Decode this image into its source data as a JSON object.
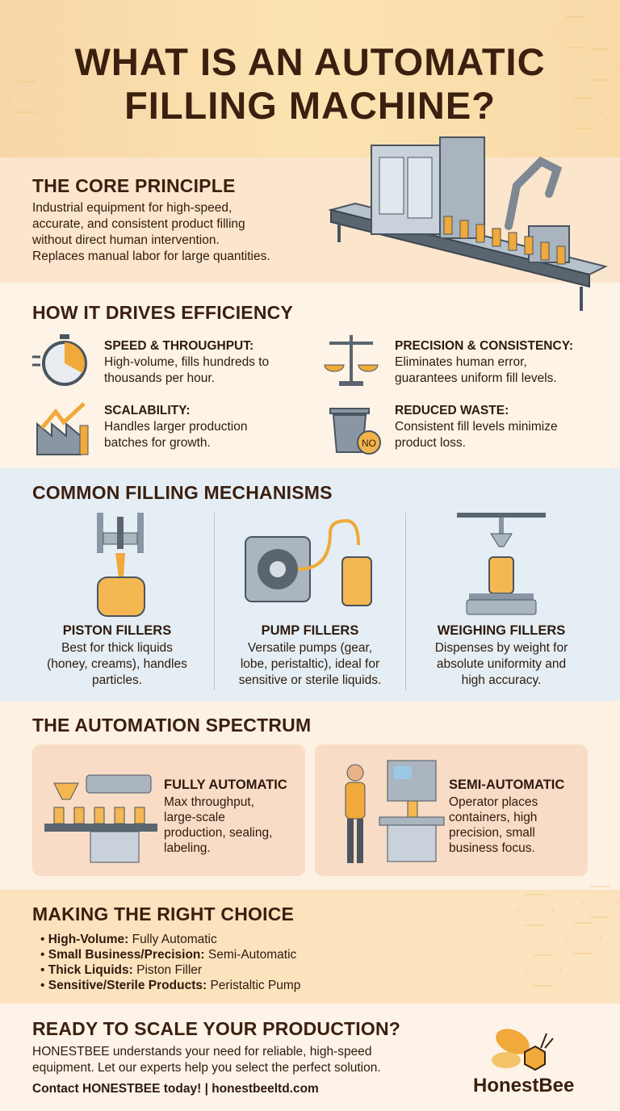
{
  "title": {
    "line1": "WHAT IS AN AUTOMATIC",
    "line2": "FILLING MACHINE?"
  },
  "core": {
    "heading": "THE CORE PRINCIPLE",
    "lines": [
      "Industrial equipment for high-speed,",
      "accurate, and consistent product filling",
      "without direct human intervention.",
      "Replaces manual labor for large quantities."
    ]
  },
  "efficiency": {
    "heading": "HOW IT DRIVES EFFICIENCY",
    "items": [
      {
        "title": "SPEED & THROUGHPUT:",
        "lines": [
          "High-volume, fills hundreds to",
          "thousands per hour."
        ],
        "icon": "stopwatch-icon"
      },
      {
        "title": "PRECISION & CONSISTENCY:",
        "lines": [
          "Eliminates human error,",
          "guarantees uniform fill levels."
        ],
        "icon": "scale-icon"
      },
      {
        "title": "SCALABILITY:",
        "lines": [
          "Handles larger production",
          "batches for growth."
        ],
        "icon": "factory-growth-icon"
      },
      {
        "title": "REDUCED WASTE:",
        "lines": [
          "Consistent fill levels minimize",
          "product loss."
        ],
        "icon": "trash-no-icon",
        "badge": "NO"
      }
    ]
  },
  "mechanisms": {
    "heading": "COMMON FILLING MECHANISMS",
    "items": [
      {
        "title": "PISTON FILLERS",
        "lines": [
          "Best for thick liquids",
          "(honey, creams), handles",
          "particles."
        ]
      },
      {
        "title": "PUMP FILLERS",
        "lines": [
          "Versatile pumps (gear,",
          "lobe, peristaltic), ideal for",
          "sensitive or sterile liquids."
        ]
      },
      {
        "title": "WEIGHING FILLERS",
        "lines": [
          "Dispenses by weight for",
          "absolute uniformity and",
          "high accuracy."
        ]
      }
    ]
  },
  "automation": {
    "heading": "THE AUTOMATION SPECTRUM",
    "items": [
      {
        "title": "FULLY AUTOMATIC",
        "lines": [
          "Max throughput,",
          "large-scale",
          "production, sealing,",
          "labeling."
        ]
      },
      {
        "title": "SEMI-AUTOMATIC",
        "lines": [
          "Operator places",
          "containers, high",
          "precision, small",
          "business focus."
        ]
      }
    ]
  },
  "choice": {
    "heading": "MAKING THE RIGHT CHOICE",
    "items": [
      {
        "key": "High-Volume:",
        "value": " Fully Automatic"
      },
      {
        "key": "Small Business/Precision:",
        "value": " Semi-Automatic"
      },
      {
        "key": "Thick Liquids:",
        "value": " Piston Filler"
      },
      {
        "key": "Sensitive/Sterile Products:",
        "value": " Peristaltic Pump"
      }
    ]
  },
  "cta": {
    "heading": "READY TO SCALE YOUR PRODUCTION?",
    "lines": [
      "HONESTBEE understands your need for reliable, high-speed",
      "equipment. Let our experts help you select the perfect solution."
    ],
    "contact": "Contact HONESTBEE today! | honestbeeltd.com",
    "logo_text": "HonestBee"
  },
  "colors": {
    "accent": "#f0a93a",
    "text": "#3b1f0f",
    "steel": "#8a96a3"
  }
}
